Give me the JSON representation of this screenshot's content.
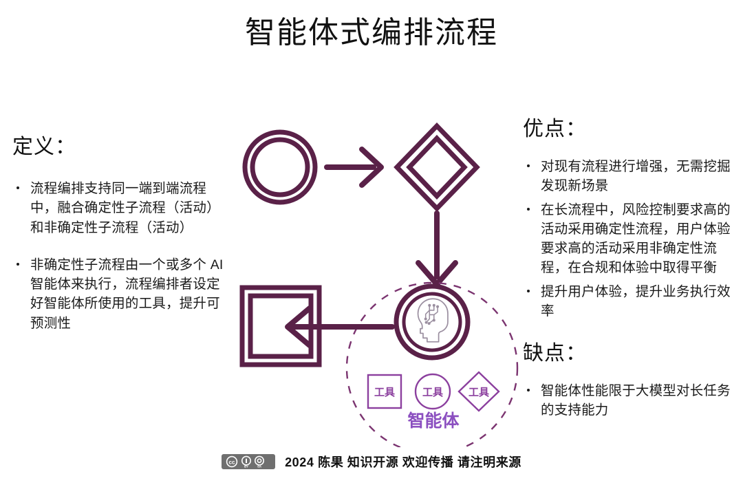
{
  "title": "智能体式编排流程",
  "left": {
    "heading": "定义：",
    "bullets": [
      "流程编排支持同一端到端流程中，融合确定性子流程（活动）和非确定性子流程（活动）",
      "非确定性子流程由一个或多个 AI 智能体来执行，流程编排者设定好智能体所使用的工具，提升可预测性"
    ]
  },
  "right": {
    "pros_heading": "优点：",
    "pros": [
      "对现有流程进行增强，无需挖掘发现新场景",
      "在长流程中，风险控制要求高的活动采用确定性流程，用户体验要求高的活动采用非确定性流程，在合规和体验中取得平衡",
      "提升用户体验，提升业务执行效率"
    ],
    "cons_heading": "缺点：",
    "cons": [
      "智能体性能限于大模型对长任务的支持能力"
    ]
  },
  "diagram": {
    "nodes": [
      {
        "id": "start-circle",
        "shape": "double-circle",
        "label": ""
      },
      {
        "id": "decision-diamond",
        "shape": "double-diamond",
        "label": ""
      },
      {
        "id": "agent-node",
        "shape": "double-circle-icon",
        "label": ""
      },
      {
        "id": "end-square",
        "shape": "double-square",
        "label": ""
      }
    ],
    "agent_group": {
      "label": "智能体",
      "tools": [
        {
          "shape": "square",
          "label": "工具"
        },
        {
          "shape": "circle",
          "label": "工具"
        },
        {
          "shape": "diamond",
          "label": "工具"
        }
      ]
    },
    "arrows": [
      {
        "from": "start-circle",
        "to": "decision-diamond",
        "direction": "right"
      },
      {
        "from": "decision-diamond",
        "to": "agent-node",
        "direction": "down"
      },
      {
        "from": "agent-node",
        "to": "end-square",
        "direction": "left"
      }
    ]
  },
  "footer": {
    "license": "CC BY-SA",
    "text": "2024 陈果  知识开源 欢迎传播 请注明来源"
  },
  "colors": {
    "shape_stroke": "#5A2148",
    "agent_accent": "#8B4FC0",
    "tool_stroke": "#8B3F9E",
    "dashed_circle": "#7B3470",
    "text": "#1a1a1a",
    "badge_bg": "#6f6f6f"
  }
}
